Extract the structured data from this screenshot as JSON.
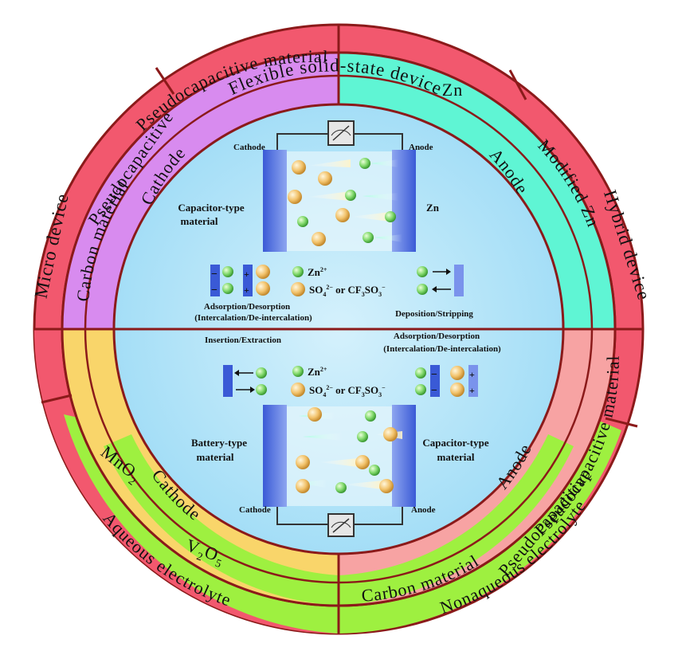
{
  "outer_ring": {
    "flexible": "Flexible   solid-state   device",
    "hybrid": "Hybrid device",
    "micro": "Micro device"
  },
  "ring2": {
    "pseudo_top": "Pseudocapacitive material",
    "zn": "Zn",
    "modified_zn": "Modified Zn",
    "carbon_left": "Carbon material",
    "pseudo_left": "Pseudocapacitive",
    "aqueous": "Aqueous electrolyte",
    "nonaqueous": "Nonaqueous electrolyte",
    "pseudo_right": "Pseudocapacitive material",
    "mno2": "MnO",
    "mno2_sub": "2",
    "v2o5_v": "V",
    "v2o5_2": "2",
    "v2o5_o": "O",
    "v2o5_5": "5",
    "carbon_bottom": "Carbon material",
    "pseudo_bottom": "Pseudocapacitive"
  },
  "ring3": {
    "cathode_top": "Cathode",
    "anode_top": "Anode",
    "cathode_bottom": "Cathode",
    "anode_bottom": "Anode"
  },
  "top_cell": {
    "cathode": "Cathode",
    "anode": "Anode",
    "left_material_1": "Capacitor-type",
    "left_material_2": "material",
    "right_material": "Zn",
    "zn_ion": "Zn",
    "zn_charge": "2+",
    "so4": "SO",
    "so4_sub": "4",
    "so4_charge": "2−",
    "or_text": " or CF",
    "cf_sub": "3",
    "so3": "SO",
    "so3_sub": "3",
    "so3_charge": "−",
    "process_left_1": "Adsorption/Desorption",
    "process_left_2": "(Intercalation/De-intercalation)",
    "process_right": "Deposition/Stripping"
  },
  "bottom_cell": {
    "cathode": "Cathode",
    "anode": "Anode",
    "left_material_1": "Battery-type",
    "left_material_2": "material",
    "right_material_1": "Capacitor-type",
    "right_material_2": "material",
    "process_left": "Insertion/Extraction",
    "process_right_1": "Adsorption/Desorption",
    "process_right_2": "(Intercalation/De-intercalation)"
  },
  "colors": {
    "outer": "#f2586e",
    "teal": "#5ff5d4",
    "purple": "#d88bef",
    "yellow": "#f9d56a",
    "green": "#9ef040",
    "pink": "#f7a3a3",
    "center": "#bfe9fa",
    "stroke": "#8b1a1a"
  }
}
